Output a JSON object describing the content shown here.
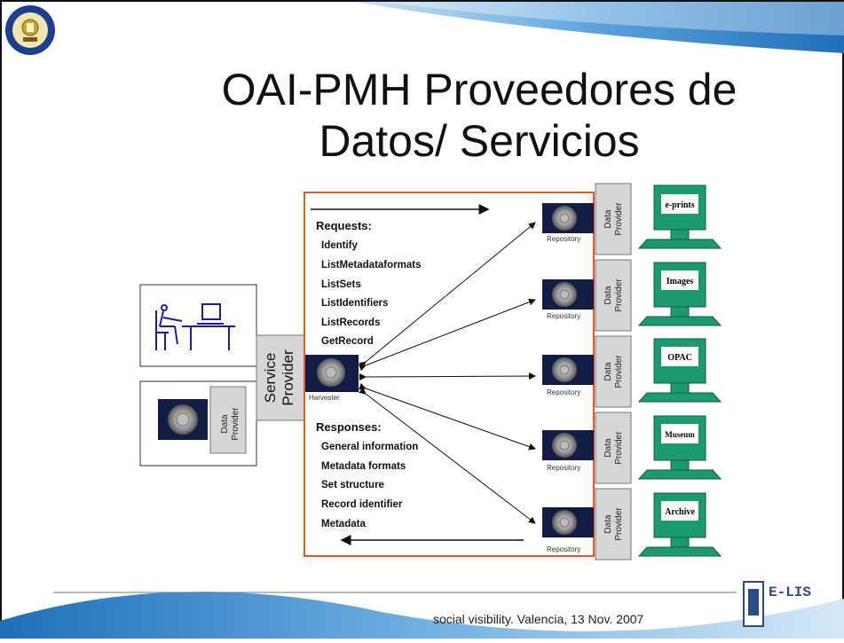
{
  "slide": {
    "title_line1": "OAI-PMH Proveedores de",
    "title_line2": "Datos/ Servicios",
    "footer": "social visibility. Valencia, 13 Nov. 2007",
    "logo_text": "E-LIS"
  },
  "diagram": {
    "service_provider_line1": "Service",
    "service_provider_line2": "Provider",
    "harvester_label": "Harvester",
    "left_data_provider_line1": "Data",
    "left_data_provider_line2": "Provider",
    "requests_heading": "Requests:",
    "requests": [
      "Identify",
      "ListMetadataformats",
      "ListSets",
      "ListIdentifiers",
      "ListRecords",
      "GetRecord"
    ],
    "responses_heading": "Responses:",
    "responses": [
      "General information",
      "Metadata formats",
      "Set structure",
      "Record identifier",
      "Metadata"
    ],
    "repository_label": "Repository",
    "data_provider_line1": "Data",
    "data_provider_line2": "Provider",
    "terminals": [
      "e-prints",
      "Images",
      "OPAC",
      "Museum",
      "Archive"
    ]
  },
  "colors": {
    "border_orange": "#e8562a",
    "wave_blue": "#2a7fc9",
    "terminal_green": "#1a9a6e"
  }
}
